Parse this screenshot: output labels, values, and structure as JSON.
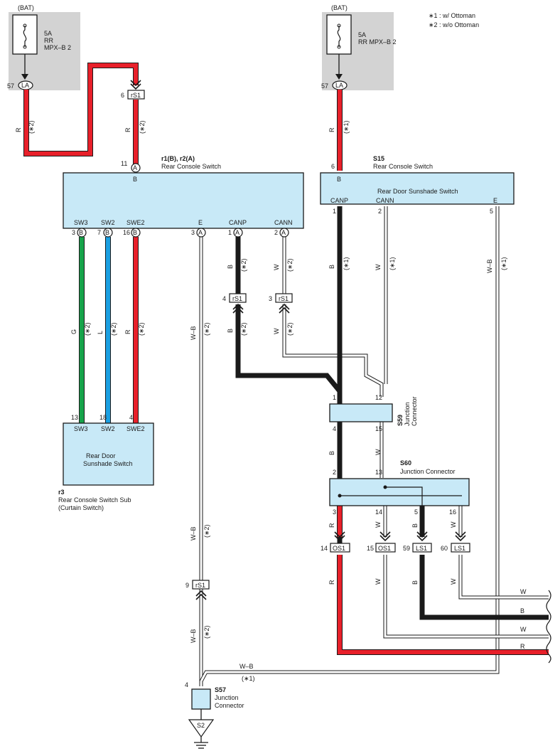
{
  "legend": {
    "note1": "∗1 : w/ Ottoman",
    "note2": "∗2 : w/o Ottoman"
  },
  "colors": {
    "red": "#e8202a",
    "green": "#16a34a",
    "blue": "#1ba0e2",
    "black": "#1a1a1a",
    "box_fill": "#c8e9f7",
    "fuse_bg": "#d3d3d3",
    "white_wire": "#ffffff"
  },
  "fuse_left": {
    "bat": "(BAT)",
    "amp": "5A",
    "line1": "RR",
    "line2": "MPX–B 2",
    "pin": "57",
    "conn": "LA"
  },
  "fuse_right": {
    "bat": "(BAT)",
    "amp": "5A",
    "line1": "RR MPX–B 2",
    "pin": "57",
    "conn": "LA"
  },
  "r1": {
    "code": "r1(B), r2(A)",
    "name": "Rear Console Switch",
    "top_pin": "11",
    "top_conn": "A",
    "top_label": "B",
    "pins": [
      {
        "label": "SW3",
        "num": "3",
        "conn": "B"
      },
      {
        "label": "SW2",
        "num": "7",
        "conn": "B"
      },
      {
        "label": "SWE2",
        "num": "16",
        "conn": "B"
      },
      {
        "label": "E",
        "num": "3",
        "conn": "A"
      },
      {
        "label": "CANP",
        "num": "1",
        "conn": "A"
      },
      {
        "label": "CANN",
        "num": "2",
        "conn": "A"
      }
    ]
  },
  "s15": {
    "code": "S15",
    "name": "Rear Console Switch",
    "top_pin": "6",
    "top_label": "B",
    "inner": "Rear Door Sunshade Switch",
    "pins": [
      {
        "label": "CANP",
        "num": "1"
      },
      {
        "label": "CANN",
        "num": "2"
      },
      {
        "label": "E",
        "num": "5"
      }
    ]
  },
  "r3": {
    "code": "r3",
    "name": "Rear Console Switch Sub",
    "sub": "(Curtain Switch)",
    "inner1": "Rear Door",
    "inner2": "Sunshade Switch",
    "pins": [
      {
        "label": "SW3",
        "num": "13"
      },
      {
        "label": "SW2",
        "num": "18"
      },
      {
        "label": "SWE2",
        "num": "4"
      }
    ]
  },
  "s59": {
    "code": "S59",
    "name1": "Junction",
    "name2": "Connector",
    "pins": [
      "1",
      "12",
      "4",
      "15"
    ]
  },
  "s60": {
    "code": "S60",
    "name": "Junction Connector",
    "pins": [
      "2",
      "13",
      "3",
      "14",
      "5",
      "16"
    ]
  },
  "s57": {
    "code": "S57",
    "name1": "Junction",
    "name2": "Connector",
    "pin": "4"
  },
  "ground": "S2",
  "connectors": {
    "rs1_6": {
      "num": "6",
      "id": "rS1"
    },
    "rs1_4": {
      "num": "4",
      "id": "rS1"
    },
    "rs1_3": {
      "num": "3",
      "id": "rS1"
    },
    "rs1_9": {
      "num": "9",
      "id": "rS1"
    },
    "os1_14": {
      "num": "14",
      "id": "OS1"
    },
    "os1_15": {
      "num": "15",
      "id": "OS1"
    },
    "ls1_59": {
      "num": "59",
      "id": "LS1"
    },
    "ls1_60": {
      "num": "60",
      "id": "LS1"
    }
  },
  "wire_labels": {
    "R": "R",
    "G": "G",
    "L": "L",
    "B": "B",
    "W": "W",
    "WB": "W–B",
    "n1": "(∗1)",
    "n2": "(∗2)"
  }
}
